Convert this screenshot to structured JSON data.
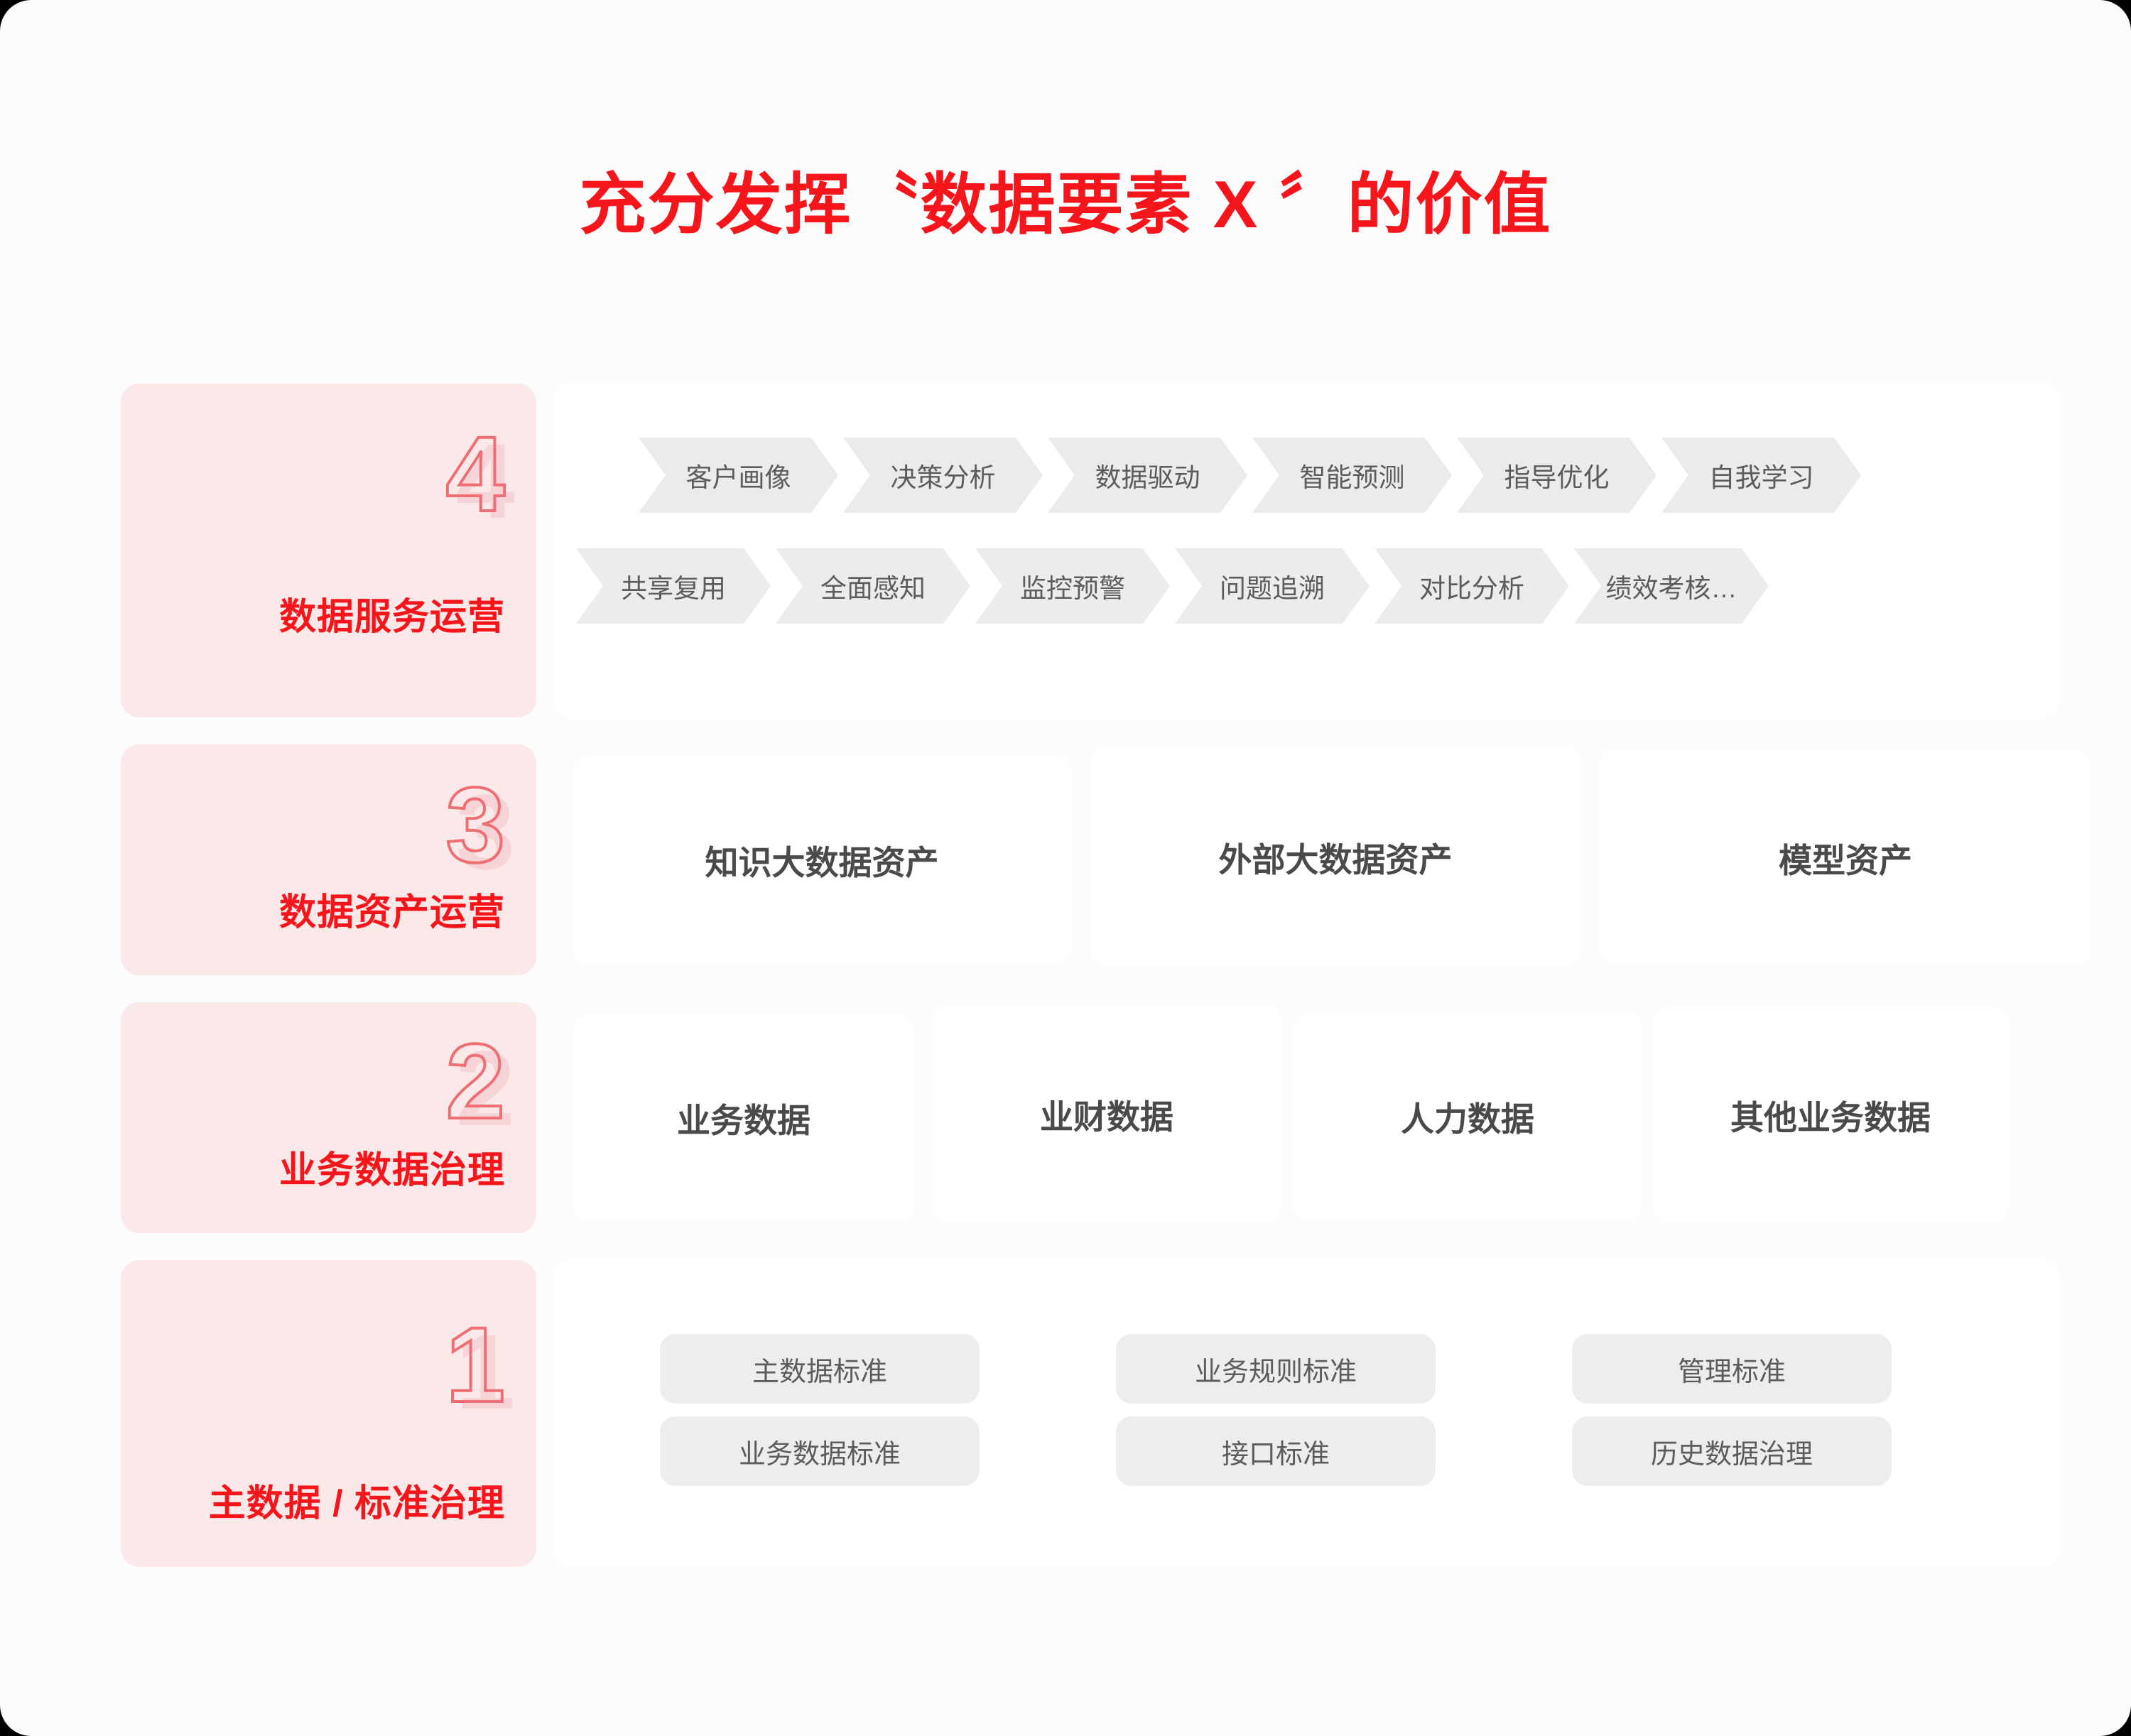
{
  "title": "充分发挥〝数据要素 X 〞的价值",
  "colors": {
    "brand_red": "#F5151B",
    "label_bg": "#FBE9EA",
    "number_stroke": "#EE6E73",
    "number_shadow": "#F6D3D6",
    "chip_gray": "#EBEBEB",
    "card_white": "#FFFFFF",
    "page_bg": "#FCFCFC",
    "body_text": "#5C5C5C"
  },
  "rows": [
    {
      "number": "4",
      "label": "数据服务运营",
      "type": "chevrons",
      "chevron_lines": [
        [
          "客户画像",
          "决策分析",
          "数据驱动",
          "智能预测",
          "指导优化",
          "自我学习"
        ],
        [
          "共享复用",
          "全面感知",
          "监控预警",
          "问题追溯",
          "对比分析",
          "绩效考核…"
        ]
      ]
    },
    {
      "number": "3",
      "label": "数据资产运营",
      "type": "cards",
      "cards": [
        "知识大数据资产",
        "外部大数据资产",
        "模型资产"
      ]
    },
    {
      "number": "2",
      "label": "业务数据治理",
      "type": "cards",
      "cards": [
        "业务数据",
        "业财数据",
        "人力数据",
        "其他业务数据"
      ]
    },
    {
      "number": "1",
      "label": "主数据 / 标准治理",
      "type": "pills",
      "pill_lines": [
        [
          "主数据标准",
          "业务规则标准",
          "管理标准"
        ],
        [
          "业务数据标准",
          "接口标准",
          "历史数据治理"
        ]
      ]
    }
  ]
}
